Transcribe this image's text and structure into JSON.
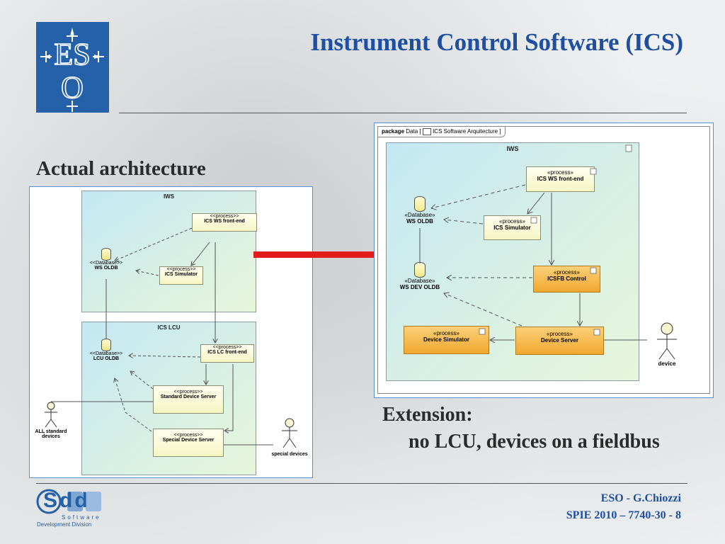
{
  "slide": {
    "title": "Instrument Control Software (ICS)",
    "left_heading": "Actual architecture",
    "right_heading_line1": "Extension:",
    "right_heading_line2": "no LCU, devices on a fieldbus",
    "footer_line1": "ESO - G.Chiozzi",
    "footer_line2": "SPIE 2010 – 7740-30 - 8"
  },
  "logo": {
    "text_top": "ES",
    "text_bottom": "O",
    "color": "#2561a8"
  },
  "sdd_logo": {
    "mark": "Sdd",
    "line1": "Software",
    "line2": "Development Division"
  },
  "left_diagram": {
    "iws": {
      "title": "IWS",
      "front_end": {
        "stereotype": "<<process>>",
        "name": "ICS WS front-end"
      },
      "simulator": {
        "stereotype": "<<process>>",
        "name": "ICS Simulator"
      },
      "oldb": {
        "stereotype": "<<Database>>",
        "name": "WS OLDB"
      }
    },
    "lcu": {
      "title": "ICS LCU",
      "front_end": {
        "stereotype": "<<process>>",
        "name": "ICS LC front-end"
      },
      "oldb": {
        "stereotype": "<<Database>>",
        "name": "LCU OLDB"
      },
      "standard_server": {
        "stereotype": "<<process>>",
        "name": "Standard Device Server"
      },
      "special_server": {
        "stereotype": "<<process>>",
        "name": "Special Device Server"
      }
    },
    "actor_all_standard": "ALL standard devices",
    "actor_special": "special devices"
  },
  "right_diagram": {
    "header_keyword": "package",
    "header_text": "Data [",
    "header_diagram": "ICS Software Arquitecture ]",
    "iws": {
      "title": "IWS",
      "front_end": {
        "stereotype": "«process»",
        "name": "ICS WS front-end"
      },
      "simulator": {
        "stereotype": "«process»",
        "name": "ICS Simulator"
      },
      "icsfb": {
        "stereotype": "«process»",
        "name": "ICSFB Control"
      },
      "ws_oldb": {
        "stereotype": "«Database»",
        "name": "WS OLDB"
      },
      "ws_dev_oldb": {
        "stereotype": "«Database»",
        "name": "WS DEV OLDB"
      },
      "device_simulator": {
        "stereotype": "«process»",
        "name": "Device Simulator"
      },
      "device_server": {
        "stereotype": "«process»",
        "name": "Device Server"
      }
    },
    "actor_device": "device"
  }
}
